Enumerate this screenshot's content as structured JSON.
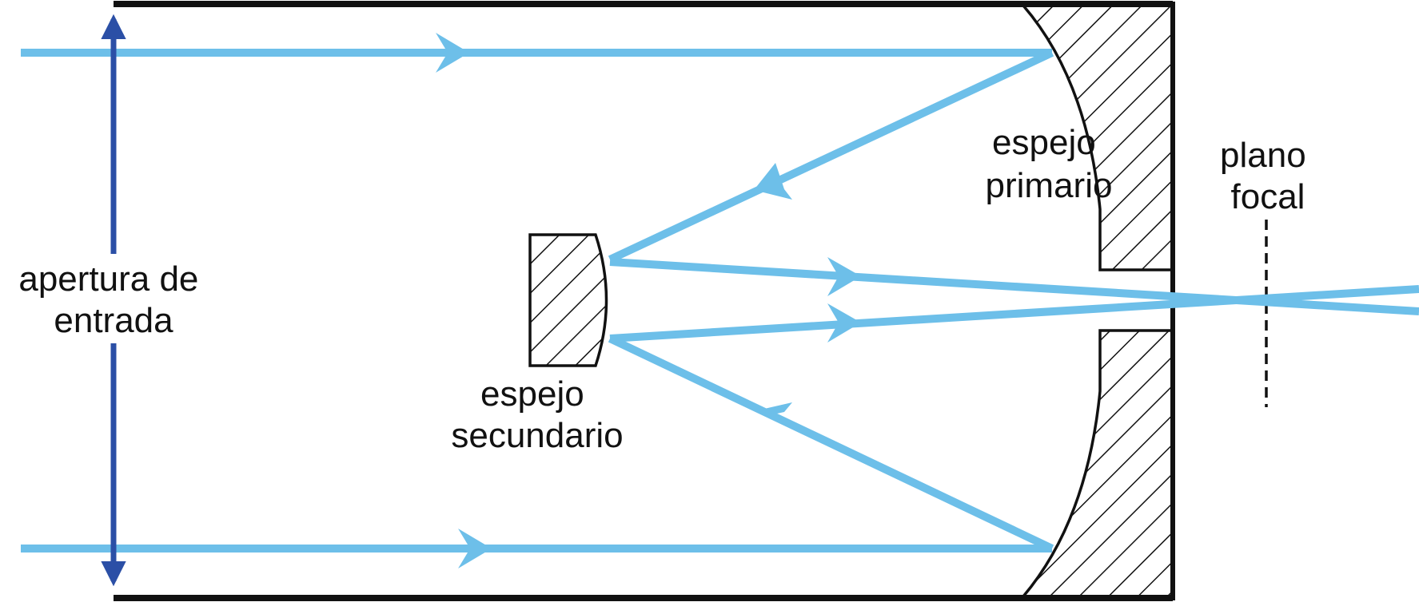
{
  "labels": {
    "entrance_aperture": [
      "apertura de",
      "entrada"
    ],
    "primary_mirror": [
      "espejo",
      "primario"
    ],
    "secondary_mirror": [
      "espejo",
      "secundario"
    ],
    "focal_plane": [
      "plano",
      "focal"
    ]
  },
  "colors": {
    "light_ray": "#6dbfe9",
    "aperture_arrow": "#2b4fa6",
    "outline": "#111111",
    "background": "#ffffff"
  }
}
